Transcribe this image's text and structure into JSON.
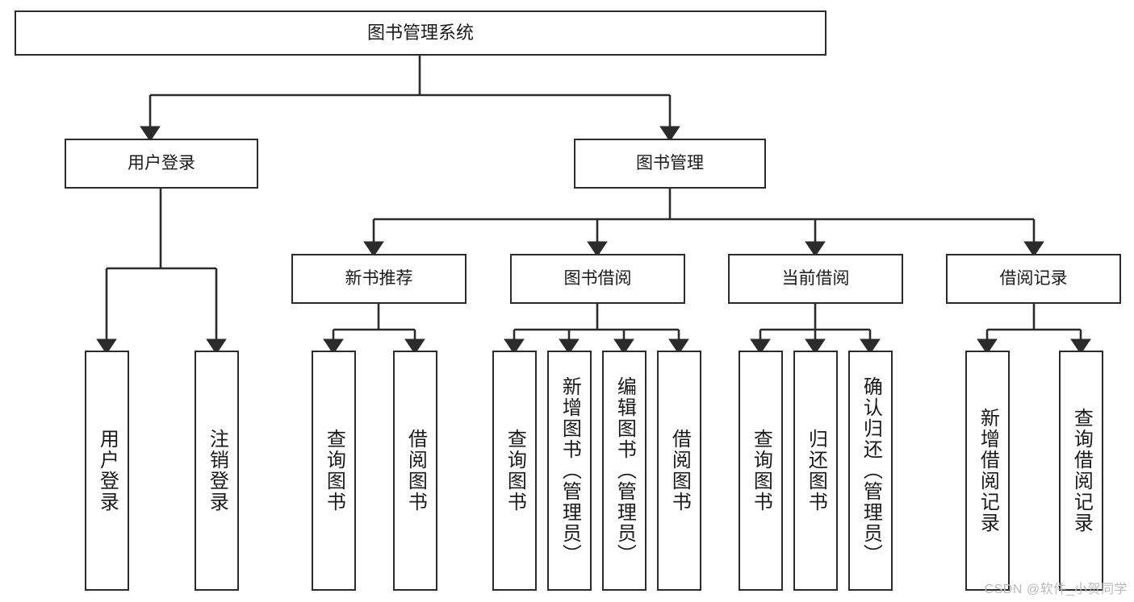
{
  "diagram": {
    "type": "tree",
    "title": "图书管理系统",
    "orientation": "top-down",
    "colors": {
      "box_border": "#2b2b2b",
      "box_fill": "#ffffff",
      "line": "#2b2b2b",
      "text": "#1a1a1a",
      "watermark": "#b9b9b9",
      "background": "#ffffff"
    }
  },
  "watermark": "CSDN @软件_小贺同学",
  "nodes": {
    "root": {
      "label": "图书管理系统"
    },
    "level2": [
      {
        "label": "用户登录"
      },
      {
        "label": "图书管理"
      }
    ],
    "level3": [
      {
        "label": "新书推荐"
      },
      {
        "label": "图书借阅"
      },
      {
        "label": "当前借阅"
      },
      {
        "label": "借阅记录"
      }
    ],
    "leaves": {
      "user_login": [
        {
          "label": "用户登录"
        },
        {
          "label": "注销登录"
        }
      ],
      "new_book_recommend": [
        {
          "label": "查询图书"
        },
        {
          "label": "借阅图书"
        }
      ],
      "book_borrow": [
        {
          "label": "查询图书"
        },
        {
          "label": "新增图书（管理员）"
        },
        {
          "label": "编辑图书（管理员）"
        },
        {
          "label": "借阅图书"
        }
      ],
      "current_borrow": [
        {
          "label": "查询图书"
        },
        {
          "label": "归还图书"
        },
        {
          "label": "确认归还（管理员）"
        }
      ],
      "borrow_record": [
        {
          "label": "新增借阅记录"
        },
        {
          "label": "查询借阅记录"
        }
      ]
    }
  }
}
